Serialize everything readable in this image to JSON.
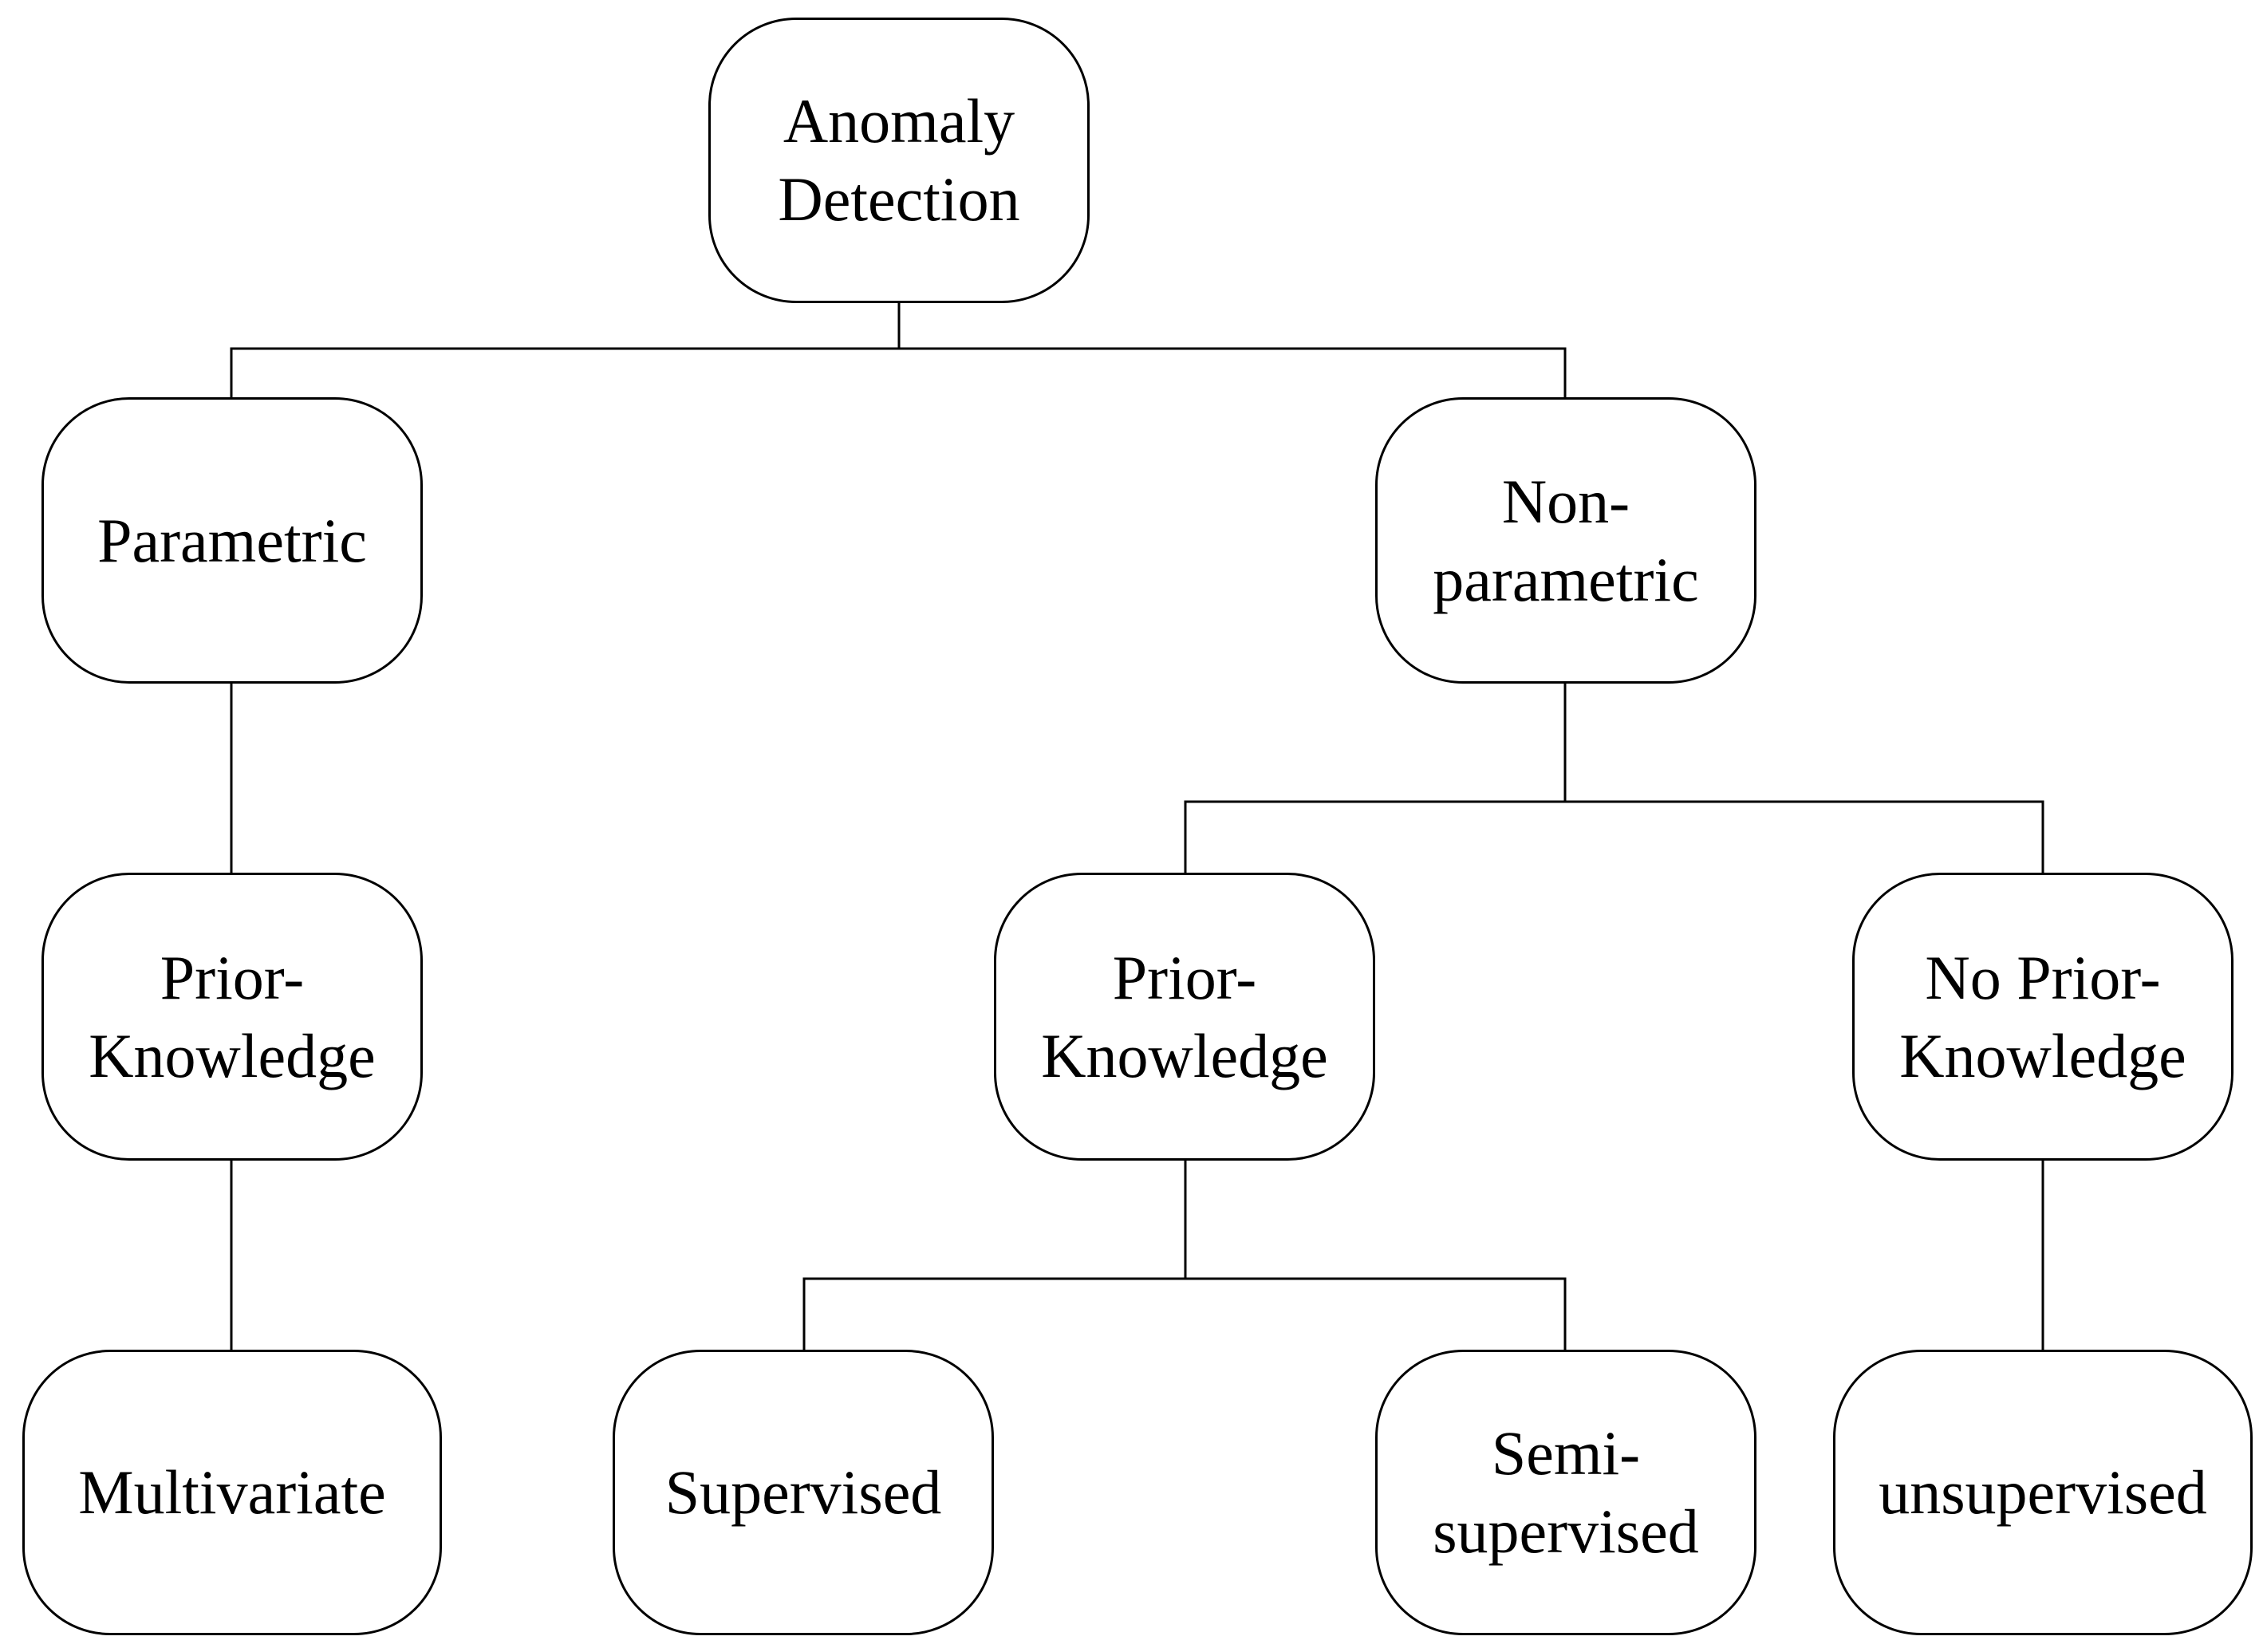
{
  "colors": {
    "background": "#ffffff",
    "stroke": "#000000",
    "text": "#000000"
  },
  "nodes": {
    "root": {
      "lines": [
        "Anomaly",
        "Detection"
      ]
    },
    "parametric": {
      "lines": [
        "Parametric"
      ]
    },
    "nonparametric": {
      "lines": [
        "Non-",
        "parametric"
      ]
    },
    "param_prior": {
      "lines": [
        "Prior-",
        "Knowledge"
      ]
    },
    "nonparam_prior": {
      "lines": [
        "Prior-",
        "Knowledge"
      ]
    },
    "nonparam_noprior": {
      "lines": [
        "No Prior-",
        "Knowledge"
      ]
    },
    "multivariate": {
      "lines": [
        "Multivariate"
      ]
    },
    "supervised": {
      "lines": [
        "Supervised"
      ]
    },
    "semisupervised": {
      "lines": [
        "Semi-",
        "supervised"
      ]
    },
    "unsupervised": {
      "lines": [
        "unsupervised"
      ]
    }
  },
  "edges": [
    [
      "root",
      "parametric"
    ],
    [
      "root",
      "nonparametric"
    ],
    [
      "parametric",
      "param_prior"
    ],
    [
      "param_prior",
      "multivariate"
    ],
    [
      "nonparametric",
      "nonparam_prior"
    ],
    [
      "nonparametric",
      "nonparam_noprior"
    ],
    [
      "nonparam_prior",
      "supervised"
    ],
    [
      "nonparam_prior",
      "semisupervised"
    ],
    [
      "nonparam_noprior",
      "unsupervised"
    ]
  ]
}
